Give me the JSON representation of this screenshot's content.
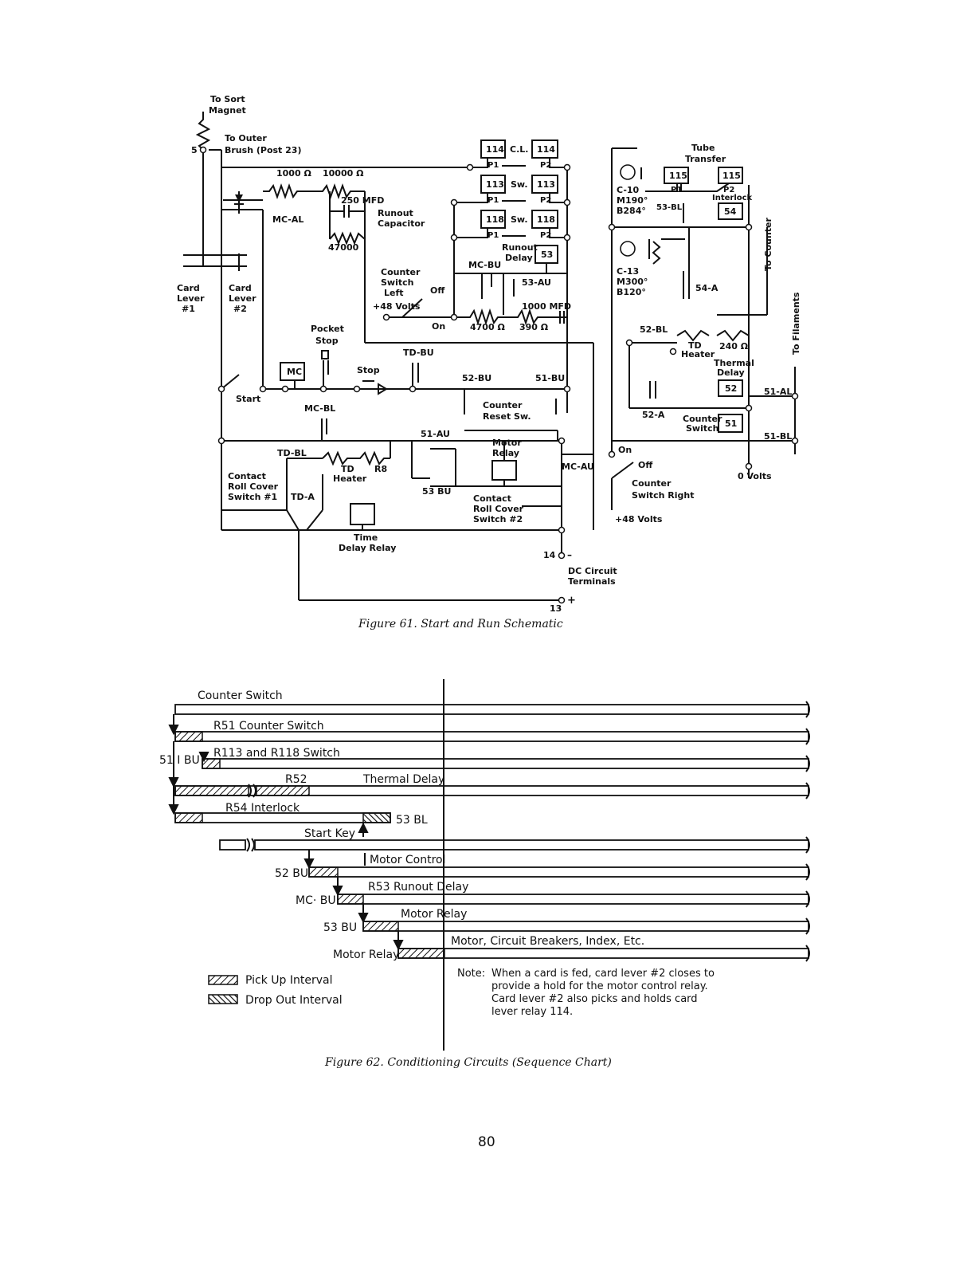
{
  "schematic": {
    "caption": "Figure 61. Start and Run Schematic",
    "labels": {
      "to_sort": "To Sort",
      "magnet": "Magnet",
      "to_outer": "To Outer",
      "brush": "Brush (Post 23)",
      "five": "5",
      "r1000": "1000 Ω",
      "r10000": "10000 Ω",
      "mfd250": "250 MFD",
      "runout": "Runout",
      "capacitor": "Capacitor",
      "r47000": "47000",
      "mc_al": "MC-AL",
      "card_lever1_a": "Card",
      "card_lever1_b": "Lever",
      "card_lever1_c": "#1",
      "card_lever2_a": "Card",
      "card_lever2_b": "Lever",
      "card_lever2_c": "#2",
      "cs_left_a": "Counter",
      "cs_left_b": "Switch",
      "cs_left_c": "Left",
      "off1": "Off",
      "v48a": "+48 Volts",
      "on1": "On",
      "r4700": "4700 Ω",
      "r390": "390 Ω",
      "mfd1000": "1000 MFD",
      "r114a": "114",
      "r114b": "114",
      "cl": "C.L.",
      "p1a": "P1",
      "p2a": "P2",
      "r113a": "113",
      "r113b": "113",
      "sw1": "Sw.",
      "p1b": "P1",
      "p2b": "P2",
      "r118a": "118",
      "r118b": "118",
      "sw2": "Sw.",
      "p1c": "P1",
      "p2c": "P2",
      "runout2": "Runout",
      "delay": "Delay",
      "r53": "53",
      "mc_bu": "MC-BU",
      "au53": "53-AU",
      "pocket": "Pocket",
      "stop1": "Stop",
      "td_bu": "TD-BU",
      "mc": "MC",
      "stop2": "Stop",
      "bu52": "52-BU",
      "bu51": "51-BU",
      "start": "Start",
      "mc_bl": "MC-BL",
      "counter_reset_a": "Counter",
      "counter_reset_b": "Reset Sw.",
      "au51": "51-AU",
      "motor_a": "Motor",
      "relay_a": "Relay",
      "td_bl": "TD-BL",
      "td": "TD",
      "r8": "R8",
      "heater": "Heater",
      "mc_au": "MC-AU",
      "contact_a": "Contact",
      "roll_cover": "Roll Cover",
      "switch1": "Switch #1",
      "td_a": "TD-A",
      "bu53": "53 BU",
      "contact_b": "Contact",
      "roll_cover2": "Roll Cover",
      "switch2": "Switch #2",
      "time": "Time",
      "delay_relay": "Delay Relay",
      "t14": "14",
      "minus": "–",
      "dc_a": "DC Circuit",
      "dc_b": "Terminals",
      "t13": "13",
      "plus": "+",
      "tube_a": "Tube",
      "tube_b": "Transfer",
      "r115a": "115",
      "r115b": "115",
      "p1d": "P1",
      "p2d": "P2",
      "interlock": "Interlock",
      "r54": "54",
      "c10": "C-10",
      "m190": "M190°",
      "b284": "B284°",
      "bl53": "53-BL",
      "to_counter": "To Counter",
      "c13": "C-13",
      "m300": "M300°",
      "b120": "B120°",
      "a54": "54-A",
      "to_filaments": "To Filaments",
      "bl52": "52-BL",
      "td2": "TD",
      "heater2": "Heater",
      "r240": "240 Ω",
      "thermal": "Thermal",
      "delay2": "Delay",
      "r52": "52",
      "al51": "51-AL",
      "a52": "52-A",
      "counter_sw_a": "Counter",
      "counter_sw_b": "Switch",
      "r51": "51",
      "bl51": "51-BL",
      "on2": "On",
      "off2": "Off",
      "cs_right_a": "Counter",
      "cs_right_b": "Switch Right",
      "v48b": "+48 Volts",
      "zero_volts": "0 Volts"
    }
  },
  "sequence": {
    "caption": "Figure 62. Conditioning Circuits (Sequence Chart)",
    "rows": {
      "counter_switch": "Counter Switch",
      "r51": "R51 Counter Switch",
      "r113": "R113 and R118 Switch",
      "r52": "R52",
      "thermal_delay": "Thermal Delay",
      "r54": "R54 Interlock",
      "bl53": "53 BL",
      "start_key": "Start Key",
      "motor_control": "Motor Control",
      "r53": "R53 Runout Delay",
      "motor_relay": "Motor Relay",
      "motor_cb": "Motor, Circuit Breakers, Index, Etc."
    },
    "side": {
      "bu51": "51 I BU",
      "bu52": "52 BU",
      "mcbu": "MC· BU",
      "bu53": "53 BU",
      "motor_relay": "Motor Relay"
    },
    "legend": {
      "pick_up": "Pick Up Interval",
      "drop_out": "Drop Out Interval"
    },
    "note": {
      "head": "Note:",
      "line1": "When a card is fed, card lever #2 closes to",
      "line2": "provide a hold for the motor control relay.",
      "line3": "Card lever #2 also picks and holds card",
      "line4": "lever relay 114."
    }
  },
  "page_number": "80"
}
